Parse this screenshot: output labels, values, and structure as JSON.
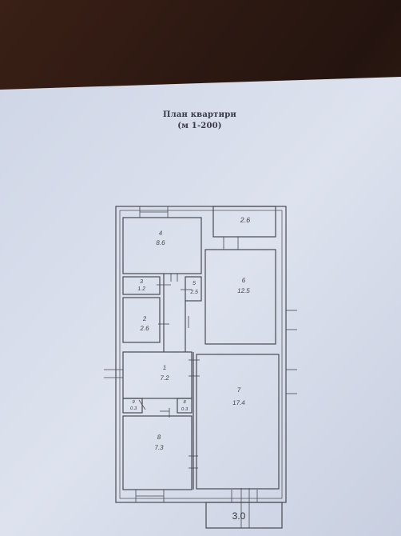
{
  "plan": {
    "title": "План квартири",
    "scale": "(м 1-200)",
    "balcony_area": "2.6",
    "loggia_area": "3.0",
    "rooms": [
      {
        "number": "4",
        "area": "8.6"
      },
      {
        "number": "3",
        "area": "1.2"
      },
      {
        "number": "5",
        "area": "2.5"
      },
      {
        "number": "6",
        "area": "12.5"
      },
      {
        "number": "2",
        "area": "2.6"
      },
      {
        "number": "1",
        "area": "7.2"
      },
      {
        "number": "7",
        "area": "17.4"
      },
      {
        "number": "8",
        "area": "0.3"
      },
      {
        "number": "9",
        "area": "0.3"
      },
      {
        "number": "8",
        "area": "7.3"
      }
    ]
  }
}
